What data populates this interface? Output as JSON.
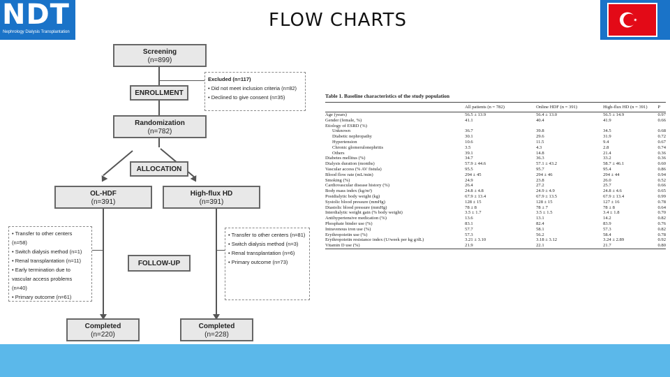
{
  "header": {
    "logo_text": "NDT",
    "logo_subtitle": "Nephrology Dialysis Transplantation",
    "title": "FLOW CHARTS"
  },
  "colors": {
    "header_blue": "#1a73c8",
    "footer_blue": "#5bb8ea",
    "flag_red": "#e30a17"
  },
  "flowchart": {
    "screening": {
      "label": "Screening",
      "count": "(n=899)"
    },
    "excluded": {
      "title": "Excluded (n=117)",
      "items": [
        "• Did not meet inclusion criteria (n=82)",
        "• Declined to give consent (n=35)"
      ]
    },
    "enrollment": "ENROLLMENT",
    "randomization": {
      "label": "Randomization",
      "count": "(n=782)"
    },
    "allocation": "ALLOCATION",
    "ol_hdf": {
      "label": "OL-HDF",
      "count": "(n=391)"
    },
    "high_flux": {
      "label": "High-flux HD",
      "count": "(n=391)"
    },
    "follow_up": "FOLLOW-UP",
    "left_losses": [
      "• Transfer to other centers (n=58)",
      "• Switch dialysis method (n=1)",
      "• Renal transplantation (n=11)",
      "• Early termination due to",
      "vascular access problems (n=40)",
      "• Primary outcome (n=61)"
    ],
    "right_losses": [
      "• Transfer to other centers (n=81)",
      "• Switch dialysis method (n=3)",
      "• Renal transplantation (n=6)",
      "• Primary outcome (n=73)"
    ],
    "completed_left": {
      "label": "Completed",
      "count": "(n=220)"
    },
    "completed_right": {
      "label": "Completed",
      "count": "(n=228)"
    }
  },
  "table": {
    "caption_bold": "Table 1.",
    "caption_bold2": "Baseline characteristics of the study population",
    "headers": [
      "",
      "All patients (n = 782)",
      "Online HDF (n = 391)",
      "High-flux HD (n = 391)",
      "P"
    ],
    "rows": [
      [
        "Age (years)",
        "56.5 ± 13.9",
        "56.4 ± 13.0",
        "56.5 ± 14.9",
        "0.97"
      ],
      [
        "Gender (female, %)",
        "41.1",
        "40.4",
        "41.9",
        "0.66"
      ],
      [
        "Etiology of ESRD (%)",
        "",
        "",
        "",
        ""
      ],
      [
        "Unknown",
        "36.7",
        "39.8",
        "34.5",
        "0.68"
      ],
      [
        "Diabetic nephropathy",
        "30.1",
        "29.6",
        "31.9",
        "0.72"
      ],
      [
        "Hypertension",
        "10.6",
        "11.5",
        "9.4",
        "0.67"
      ],
      [
        "Chronic glomerulonephritis",
        "3.5",
        "4.3",
        "2.8",
        "0.74"
      ],
      [
        "Others",
        "39.1",
        "14.8",
        "21.4",
        "0.36"
      ],
      [
        "Diabetes mellitus (%)",
        "34.7",
        "36.3",
        "33.2",
        "0.36"
      ],
      [
        "Dialysis duration (months)",
        "57.9 ± 44.6",
        "57.1 ± 43.2",
        "58.7 ± 46.1",
        "0.60"
      ],
      [
        "Vascular access (% AV fistula)",
        "95.5",
        "95.7",
        "95.4",
        "0.86"
      ],
      [
        "Blood flow rate (mL/min)",
        "294 ± 45",
        "294 ± 46",
        "294 ± 44",
        "0.94"
      ],
      [
        "Smoking (%)",
        "24.9",
        "23.8",
        "26.0",
        "0.52"
      ],
      [
        "Cardiovascular disease history (%)",
        "26.4",
        "27.2",
        "25.7",
        "0.66"
      ],
      [
        "Body mass index (kg/m²)",
        "24.8 ± 4.8",
        "24.9 ± 4.9",
        "24.8 ± 4.6",
        "0.65"
      ],
      [
        "Postdialytic body weight (kg)",
        "67.9 ± 13.4",
        "67.9 ± 13.5",
        "67.9 ± 13.4",
        "0.99"
      ],
      [
        "Systolic blood pressure (mmHg)",
        "128 ± 15",
        "128 ± 15",
        "127 ± 16",
        "0.78"
      ],
      [
        "Diastolic blood pressure (mmHg)",
        "78 ± 8",
        "78 ± 7",
        "78 ± 8",
        "0.64"
      ],
      [
        "Interdialytic weight gain (% body weight)",
        "3.5 ± 1.7",
        "3.5 ± 1.5",
        "3.4 ± 1.8",
        "0.70"
      ],
      [
        "Antihypertensive medication (%)",
        "13.6",
        "13.1",
        "14.2",
        "0.82"
      ],
      [
        "Phosphate binder use (%)",
        "83.1",
        "82.4",
        "83.9",
        "0.76"
      ],
      [
        "Intravenous iron use (%)",
        "57.7",
        "58.1",
        "57.3",
        "0.82"
      ],
      [
        "Erythropoietin use (%)",
        "57.3",
        "56.2",
        "58.4",
        "0.78"
      ],
      [
        "Erythropoietin resistance index (U/week per kg g/dL)",
        "3.21 ± 3.10",
        "3.18 ± 3.12",
        "3.24 ± 2.89",
        "0.92"
      ],
      [
        "Vitamin D use (%)",
        "21.9",
        "22.1",
        "21.7",
        "0.80"
      ]
    ]
  }
}
